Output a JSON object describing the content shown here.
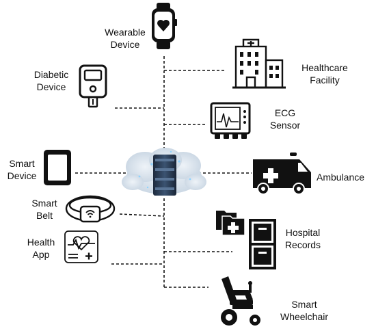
{
  "nodes": {
    "wearable": {
      "line1": "Wearable",
      "line2": "Device",
      "icon": "smartwatch-icon"
    },
    "diabetic": {
      "line1": "Diabetic",
      "line2": "Device",
      "icon": "glucose-meter-icon"
    },
    "smart_device": {
      "line1": "Smart",
      "line2": "Device",
      "icon": "tablet-icon"
    },
    "smart_belt": {
      "line1": "Smart",
      "line2": "Belt",
      "icon": "smart-belt-icon"
    },
    "health_app": {
      "line1": "Health",
      "line2": "App",
      "icon": "health-app-icon"
    },
    "healthcare": {
      "line1": "Healthcare",
      "line2": "Facility",
      "icon": "hospital-building-icon"
    },
    "ecg": {
      "line1": "ECG",
      "line2": "Sensor",
      "icon": "ecg-monitor-icon"
    },
    "ambulance": {
      "line1": "Ambulance",
      "icon": "ambulance-icon"
    },
    "records": {
      "line1": "Hospital",
      "line2": "Records",
      "icon": "hospital-records-icon"
    },
    "wheelchair": {
      "line1": "Smart",
      "line2": "Wheelchair",
      "icon": "wheelchair-icon"
    }
  },
  "hub": {
    "icon": "cloud-server-icon"
  },
  "colors": {
    "ink": "#111111",
    "cloud": "#d8e2ec",
    "server": "#2c3e55"
  }
}
